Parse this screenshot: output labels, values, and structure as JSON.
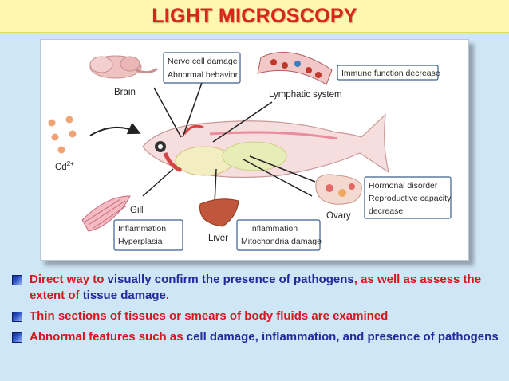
{
  "title": "LIGHT MICROSCOPY",
  "figure": {
    "labels": {
      "brain": "Brain",
      "lymphatic": "Lymphatic system",
      "cd": "Cd",
      "cd_sup": "2+",
      "gill": "Gill",
      "liver": "Liver",
      "ovary": "Ovary"
    },
    "boxes": {
      "brain_effects": [
        "Nerve cell damage",
        "Abnormal behavior"
      ],
      "immune": [
        "Immune function decrease"
      ],
      "hormonal": [
        "Hormonal disorder",
        "Reproductive capacity",
        "decrease"
      ],
      "gill_effects": [
        "Inflammation",
        "Hyperplasia"
      ],
      "liver_effects": [
        "Inflammation",
        "Mitochondria damage"
      ]
    }
  },
  "bullets": [
    {
      "segments": [
        {
          "text": "Direct way to ",
          "color": "red"
        },
        {
          "text": "visually confirm the presence of pathogens",
          "color": "blue"
        },
        {
          "text": ", as well as assess the extent of ",
          "color": "red"
        },
        {
          "text": "tissue damage",
          "color": "blue"
        },
        {
          "text": ".",
          "color": "red"
        }
      ]
    },
    {
      "segments": [
        {
          "text": "Thin sections of tissues or smears of body fluids are examined",
          "color": "red"
        }
      ]
    },
    {
      "segments": [
        {
          "text": "Abnormal features such as ",
          "color": "red"
        },
        {
          "text": "cell damage, inflammation, and presence of pathogens",
          "color": "blue"
        }
      ]
    }
  ],
  "colors": {
    "title": "#d9261c",
    "red_text": "#d8161e",
    "blue_text": "#1f2a9c",
    "title_bar": "#fdf7b0",
    "background": "#cfe6f7"
  }
}
